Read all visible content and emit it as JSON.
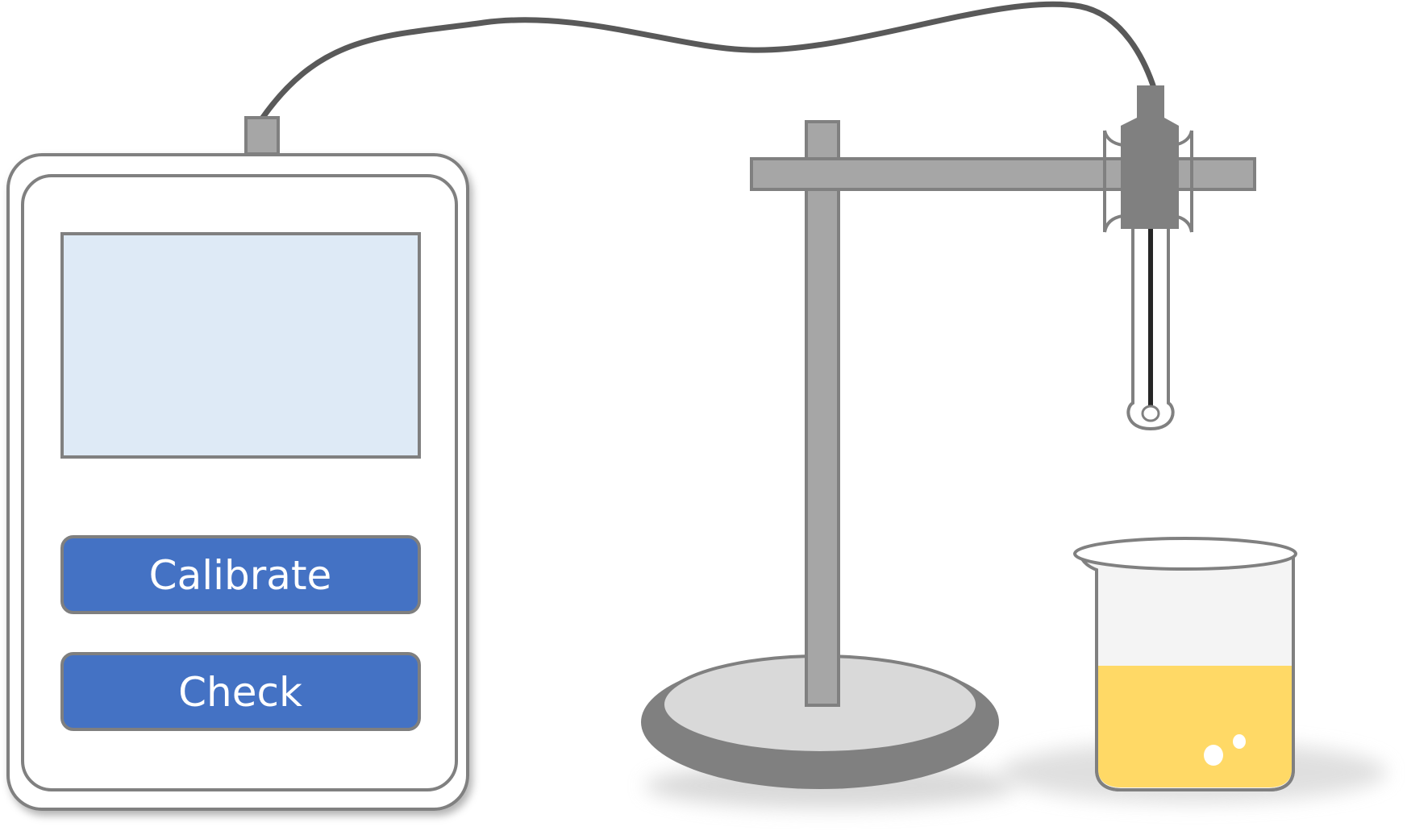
{
  "meter": {
    "screen_text": "",
    "buttons": [
      {
        "id": "calibrate",
        "label": "Calibrate"
      },
      {
        "id": "check",
        "label": "Check"
      }
    ]
  },
  "colors": {
    "button_fill": "#4472C4",
    "button_border": "#7F7F7F",
    "screen_fill": "#DEEAF6",
    "stand_gray": "#A6A6A6",
    "base_light": "#D9D9D9",
    "base_dark": "#808080",
    "cable": "#595959",
    "solution": "#FFD966"
  },
  "icons": [
    "ph-meter-icon",
    "cable-icon",
    "ring-stand-icon",
    "electrode-probe-icon",
    "beaker-icon"
  ]
}
